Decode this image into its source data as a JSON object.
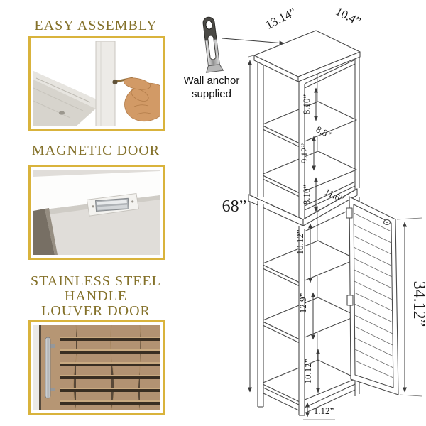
{
  "features": {
    "easy_assembly": {
      "title": "EASY ASSEMBLY",
      "image": "hand-pressing-screw-into-wood-panel"
    },
    "magnetic_door": {
      "title": "MAGNETIC DOOR",
      "image": "magnetic-latch-under-cabinet-top"
    },
    "louver_door": {
      "title_lines": [
        "STAINLESS STEEL",
        "HANDLE",
        "LOUVER DOOR"
      ],
      "image": "wood-louver-door-with-steel-handle"
    }
  },
  "callout": {
    "line1": "Wall anchor",
    "line2": "supplied",
    "icon": "wall-anchor-bracket"
  },
  "diagram": {
    "type": "dimensioned-line-drawing",
    "subject": "tall linen tower cabinet with open shelves and louvered door",
    "dims": {
      "top_width": "13.14”",
      "top_depth": "10.4”",
      "total_height": "68”",
      "upper_shelf_1": "8.10”",
      "upper_shelf_depth": "8.8”",
      "upper_shelf_2": "9.12”",
      "upper_shelf_3": "8.10”",
      "lower_top_depth": "11.6”",
      "lower_shelf_1": "10.12”",
      "lower_shelf_2": "12.9”",
      "lower_shelf_3": "10.12”",
      "door_height": "34.12”",
      "leg_height": "1.12”"
    }
  },
  "colors": {
    "heading_gold": "#84712a",
    "frame_border": "#d9b33c",
    "line_art": "#4a4a4a",
    "wood": "#b29272",
    "background": "#ffffff"
  }
}
